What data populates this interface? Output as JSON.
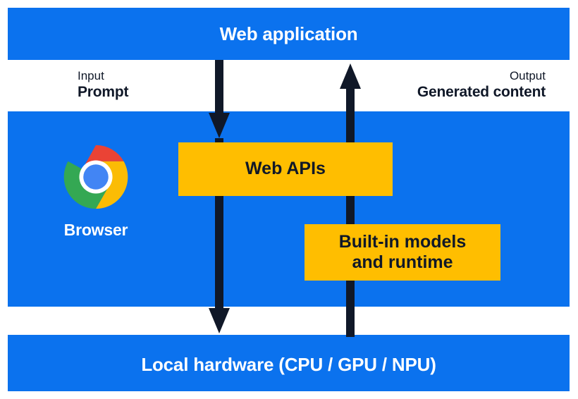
{
  "diagram": {
    "title": "Web application",
    "colors": {
      "panel_blue": "#0b72ee",
      "box_amber": "#ffbe00",
      "arrow_navy": "#101828",
      "text_on_blue": "#ffffff",
      "text_on_amber": "#101828",
      "background": "#ffffff",
      "chrome_red": "#ea4335",
      "chrome_yellow": "#fbbc05",
      "chrome_green": "#34a853",
      "chrome_blue": "#4285f4"
    }
  },
  "panels": {
    "top": {
      "name": "web-application",
      "label": "Web application"
    },
    "middle": {
      "name": "browser",
      "label": "Browser",
      "icon": "chrome-logo-icon"
    },
    "bottom": {
      "name": "local-hardware",
      "label": "Local hardware (CPU / GPU / NPU)"
    }
  },
  "boxes": [
    {
      "name": "web-apis",
      "label": "Web APIs"
    },
    {
      "name": "built-in-models-and-runtime",
      "label": "Built-in models\nand runtime"
    }
  ],
  "flows": {
    "input": {
      "kind": "Input",
      "value": "Prompt",
      "direction": "down",
      "arrow_icon": "arrow-down-icon"
    },
    "output": {
      "kind": "Output",
      "value": "Generated content",
      "direction": "up",
      "arrow_icon": "arrow-up-icon"
    }
  }
}
